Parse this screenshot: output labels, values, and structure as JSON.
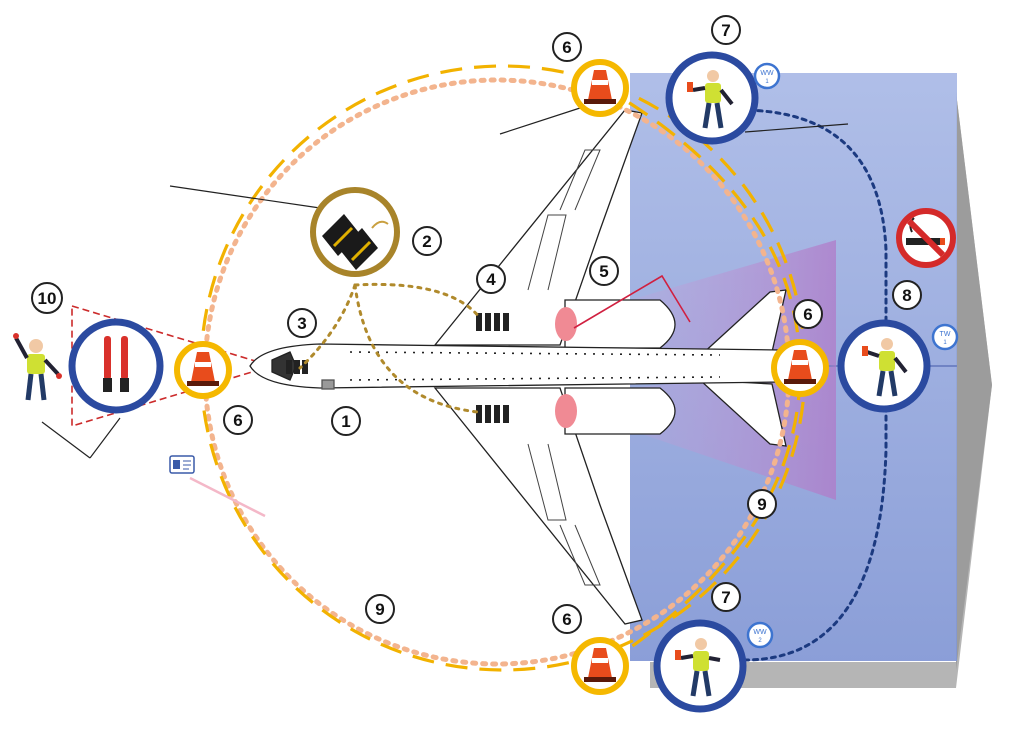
{
  "colors": {
    "apron_zone": "#8fa3dc",
    "shadow": "#a9a9a9",
    "outer_dotted_circle": "#f3b48e",
    "inner_dashed_circle": "#f2b200",
    "dotted_links": "#b08a2c",
    "wingwalker_ring": "#2b4aa0",
    "wingwalker_path": "#1c3a80",
    "cone_ring": "#f5b800",
    "chock_ring": "#a8842a",
    "marshaller_zone": "#cc2b2b",
    "engine_intake": "#f08a94",
    "exhaust_zone": "#b090c8",
    "no_smoking": "#d42a2a"
  },
  "numbers": {
    "n1": "1",
    "n2": "2",
    "n3": "3",
    "n4": "4",
    "n5": "5",
    "n6a": "6",
    "n6b": "6",
    "n6c": "6",
    "n6d": "6",
    "n7a": "7",
    "n7b": "7",
    "n8": "8",
    "n9a": "9",
    "n9b": "9",
    "n10": "10"
  },
  "badges": {
    "ww1_top": "WW",
    "ww1_bottom": "1",
    "tw_top": "TW",
    "tw_bottom": "1",
    "ww2_top": "WW",
    "ww2_bottom": "2"
  },
  "icons": {
    "marshaller": "marshaller-person-icon",
    "wands": "marshalling-wands-icon",
    "cone": "traffic-cone-icon",
    "chocks": "wheel-chocks-icon",
    "wingwalker": "wingwalker-person-icon",
    "tailwalker": "tailwalker-person-icon",
    "no_smoking": "no-smoking-icon",
    "id_card": "id-badge-icon"
  }
}
